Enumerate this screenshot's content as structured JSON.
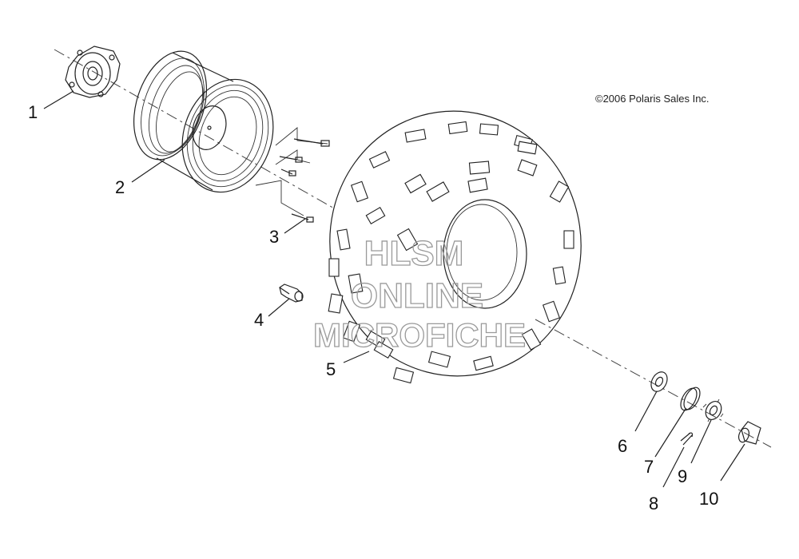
{
  "copyright": "©2006 Polaris Sales Inc.",
  "watermark": [
    "HLSM",
    "ONLINE",
    "MICROFICHE"
  ],
  "parts": [
    {
      "id": "hub",
      "label": "1"
    },
    {
      "id": "rim",
      "label": "2"
    },
    {
      "id": "bolt",
      "label": "3"
    },
    {
      "id": "valve",
      "label": "4"
    },
    {
      "id": "tire",
      "label": "5"
    },
    {
      "id": "washer",
      "label": "6"
    },
    {
      "id": "cone-washer",
      "label": "7"
    },
    {
      "id": "cotter-pin",
      "label": "8"
    },
    {
      "id": "castle-nut",
      "label": "9"
    },
    {
      "id": "cap",
      "label": "10"
    }
  ]
}
